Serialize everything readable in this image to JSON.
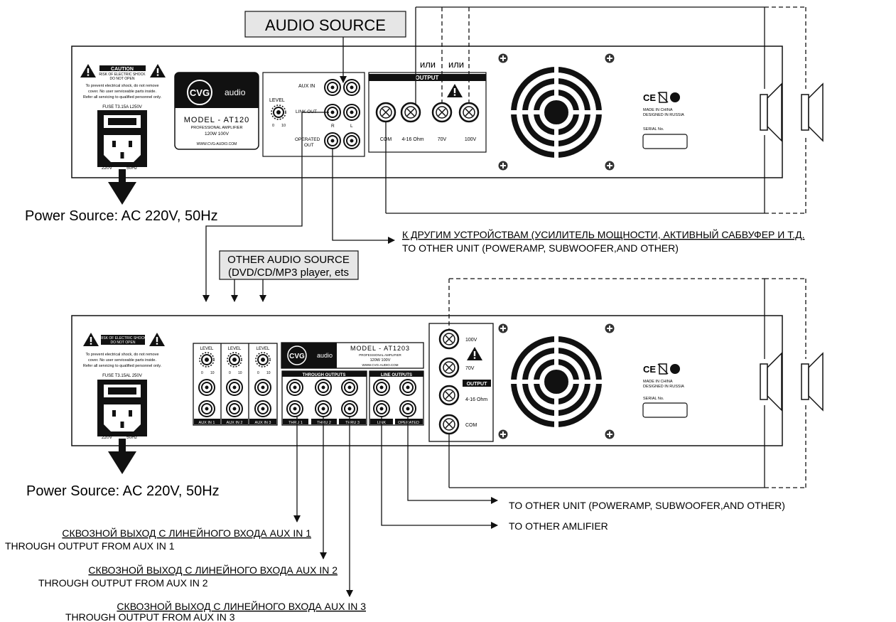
{
  "audio_source": "AUDIO SOURCE",
  "top_unit": {
    "caution": {
      "title": "CAUTION",
      "sub1": "RISK OF ELECTRIC SHOCK",
      "sub2": "DO NOT OPEN",
      "text1": "To prevent electrical shock, do not remove",
      "text2": "cover. No user serviceable parts inside.",
      "text3": "Refer all servicing to qualified personnel only."
    },
    "fuse": "FUSE T3.15A L250V",
    "mains_a": "220V",
    "mains_b": "50Hz",
    "brand_logo": "CVG",
    "brand_word": "audio",
    "model": "MODEL - AT120",
    "model_sub1": "PROFESSIONAL AMPLIFIER",
    "model_sub2": "120W 100V",
    "website": "WWW.CVG-AUDIO.COM",
    "aux_in": "AUX IN",
    "level": "LEVEL",
    "level_min": "0",
    "level_max": "10",
    "link_out": "LINK OUT",
    "r": "R",
    "l": "L",
    "operated_out_1": "OPERATED",
    "operated_out_2": "OUT",
    "output": "OUTPUT",
    "ili1": "или",
    "ili2": "или",
    "terminals": [
      "COM",
      "4-16 Ohm",
      "70V",
      "100V"
    ],
    "cert": "CE",
    "made_in": "MADE IN CHINA",
    "designed_in": "DESIGNED IN RUSSIA",
    "serial": "SERIAL No."
  },
  "power_source_1": "Power Source: AC 220V, 50Hz",
  "other_units_ru": "К ДРУГИМ УСТРОЙСТВАМ (УСИЛИТЕЛЬ МОЩНОСТИ, АКТИВНЫЙ САБВУФЕР И Т.Д.",
  "other_units_en": "TO OTHER UNIT (POWERAMP, SUBWOOFER,AND OTHER)",
  "other_audio_1": "OTHER AUDIO SOURCE",
  "other_audio_2": "(DVD/CD/MP3 player, ets",
  "bottom_unit": {
    "caution": {
      "sub1": "RISK OF ELECTRIC SHOCK",
      "sub2": "DO NOT OPEN",
      "text1": "To prevent electrical shock, do not remove",
      "text2": "cover. No user serviceable parts inside.",
      "text3": "Refer all servicing to qualified personnel only."
    },
    "fuse": "FUSE T3.15AL 250V",
    "mains_a": "220V",
    "mains_b": "50Hz",
    "aux_channels": [
      {
        "level": "LEVEL",
        "min": "0",
        "max": "10",
        "label": "AUX IN 1"
      },
      {
        "level": "LEVEL",
        "min": "0",
        "max": "10",
        "label": "AUX IN 2"
      },
      {
        "level": "LEVEL",
        "min": "0",
        "max": "10",
        "label": "AUX IN 3"
      }
    ],
    "brand_logo": "CVG",
    "brand_word": "audio",
    "model": "MODEL - AT1203",
    "model_sub1": "PROFESSIONAL AMPLIFIER",
    "model_sub2": "120W 100V",
    "website": "WWW.CVG-AUDIO.COM",
    "through_outputs": "THROUGH OUTPUTS",
    "thru": [
      "THRU 1",
      "THRU 2",
      "THRU 3"
    ],
    "line_outputs": "LINE OUTPUTS",
    "link": "LINK",
    "operated": "OPERATED",
    "terminals": [
      "100V",
      "70V",
      "4-16 Ohm",
      "COM"
    ],
    "output": "OUTPUT",
    "cert": "CE",
    "made_in": "MADE IN CHINA",
    "designed_in": "DESIGNED IN RUSSIA",
    "serial": "SERIAL No."
  },
  "power_source_2": "Power Source: AC 220V, 50Hz",
  "to_other_unit": "TO OTHER UNIT (POWERAMP, SUBWOOFER,AND OTHER)",
  "to_other_amplifier": "TO OTHER AMLIFIER",
  "through": [
    {
      "ru": "СКВОЗНОЙ ВЫХОД С ЛИНЕЙНОГО ВХОДА AUX IN 1",
      "en": "THROUGH OUTPUT FROM AUX IN 1"
    },
    {
      "ru": "СКВОЗНОЙ ВЫХОД С ЛИНЕЙНОГО ВХОДА AUX IN 2",
      "en": "THROUGH OUTPUT FROM AUX IN 2"
    },
    {
      "ru": "СКВОЗНОЙ ВЫХОД С ЛИНЕЙНОГО ВХОДА AUX IN 3",
      "en": "THROUGH OUTPUT FROM AUX IN 3"
    }
  ]
}
